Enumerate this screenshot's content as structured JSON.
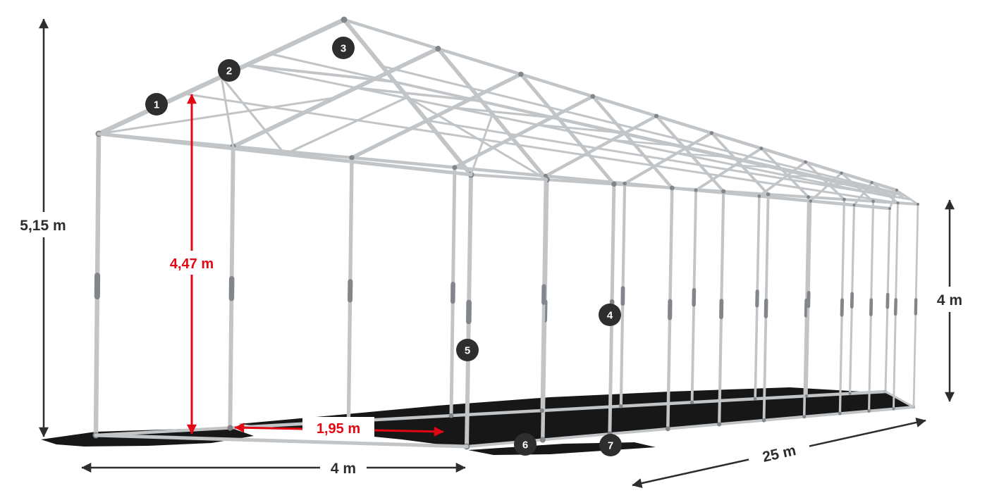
{
  "diagram": {
    "dimensions": {
      "ridge_height": "5,15 m",
      "inner_height": "4,47 m",
      "side_height": "4 m",
      "width": "4 m",
      "length": "25 m",
      "bay_spacing": "1,95 m"
    },
    "markers": [
      {
        "number": "1"
      },
      {
        "number": "2"
      },
      {
        "number": "3"
      },
      {
        "number": "4"
      },
      {
        "number": "5"
      },
      {
        "number": "6"
      },
      {
        "number": "7"
      }
    ],
    "colors": {
      "frame_tube": "#c2c5c8",
      "frame_joint": "#82868a",
      "dimension_dark": "#2d2d2d",
      "dimension_red": "#e30613",
      "marker_bg": "#2e2e2e",
      "marker_text": "#ffffff",
      "shadow": "#0b0b0b"
    }
  }
}
